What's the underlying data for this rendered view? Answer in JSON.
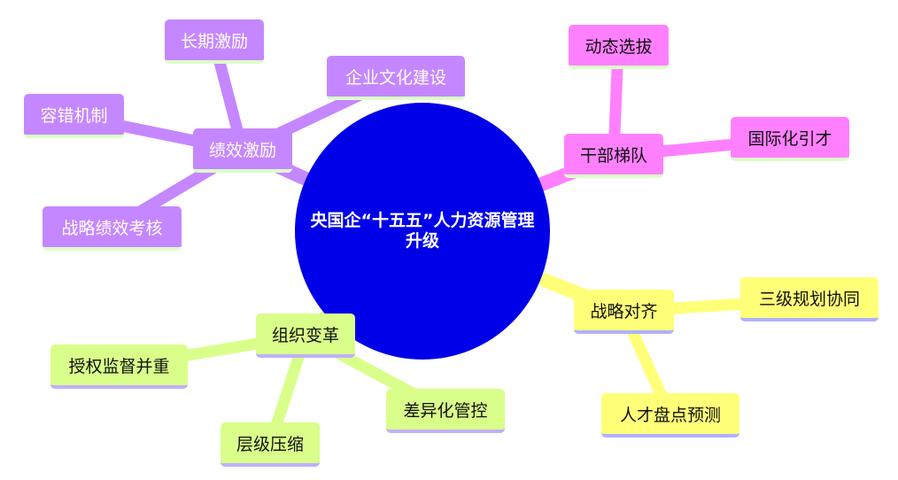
{
  "root": {
    "label": "央国企“十五五”人力资源管理升级",
    "color": "#0000e8"
  },
  "branches": [
    {
      "label": "绩效激励",
      "color": "#c587ff",
      "children": [
        "长期激励",
        "企业文化建设",
        "容错机制",
        "战略绩效考核"
      ]
    },
    {
      "label": "干部梯队",
      "color": "#ff80ff",
      "children": [
        "动态选拔",
        "国际化引才"
      ]
    },
    {
      "label": "战略对齐",
      "color": "#ffff78",
      "children": [
        "三级规划协同",
        "人才盘点预测"
      ]
    },
    {
      "label": "组织变革",
      "color": "#d9ff8a",
      "children": [
        "授权监督并重",
        "差异化管控",
        "层级压缩"
      ]
    }
  ]
}
